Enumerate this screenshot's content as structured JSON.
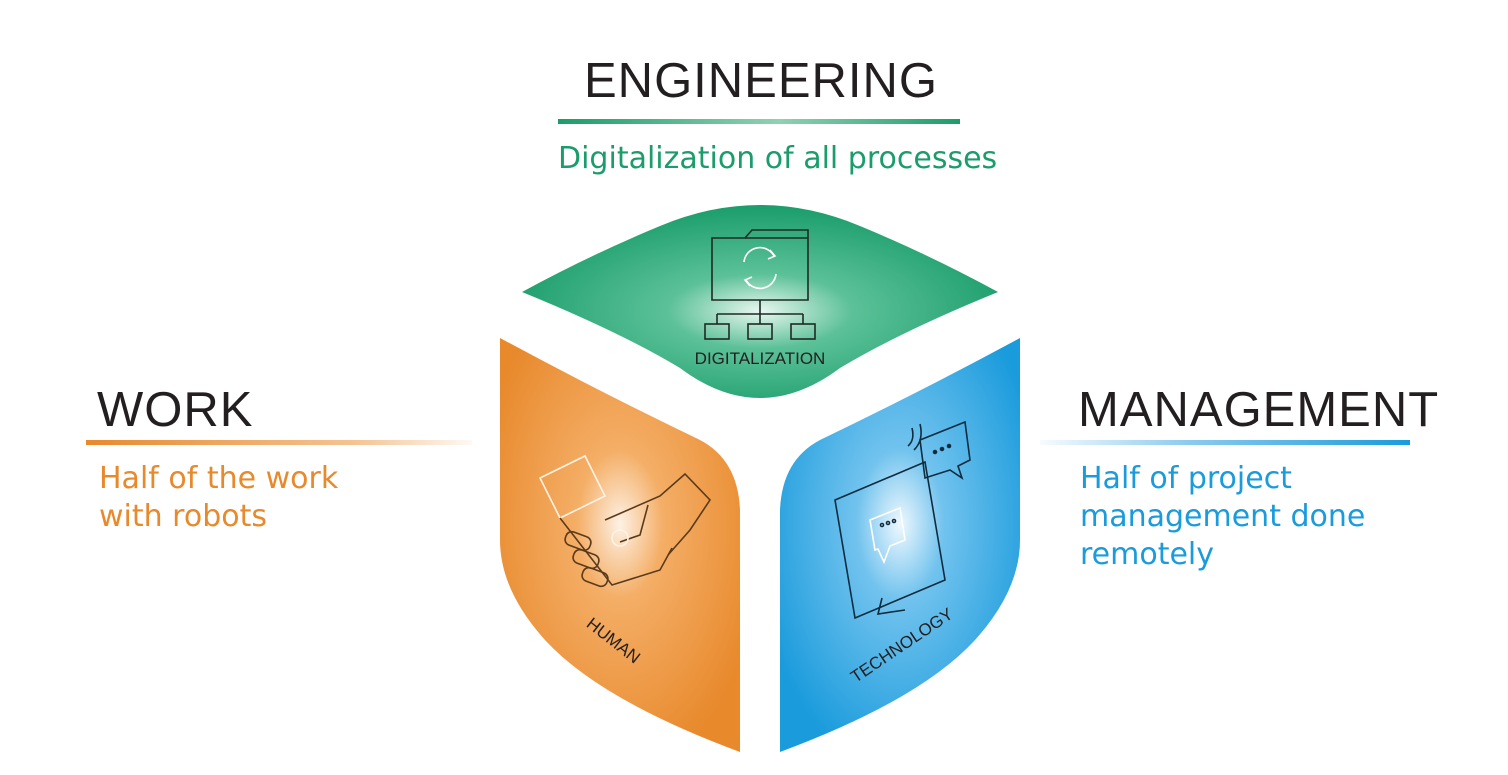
{
  "engineering": {
    "title": "ENGINEERING",
    "subtitle": "Digitalization of all processes",
    "color": "#1a9d6b"
  },
  "work": {
    "title": "WORK",
    "subtitle_lines": [
      "Half of the work",
      "with robots"
    ],
    "color": "#e8892c"
  },
  "management": {
    "title": "MANAGEMENT",
    "subtitle_lines": [
      "Half of project",
      "management done",
      "remotely"
    ],
    "color": "#1a9bdc"
  },
  "cube": {
    "top_face": {
      "label": "DIGITALIZATION",
      "icon": "folder-sync-network-icon",
      "color": "#1a9d6b"
    },
    "left_face": {
      "label": "HUMAN",
      "icon": "robot-human-handshake-icon",
      "color": "#e8892c"
    },
    "right_face": {
      "label": "TECHNOLOGY",
      "icon": "monitor-chat-icon",
      "color": "#1a9bdc"
    }
  }
}
